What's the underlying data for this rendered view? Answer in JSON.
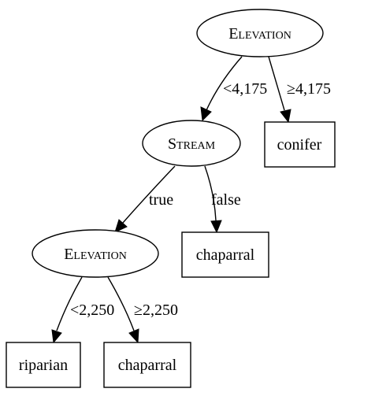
{
  "nodes": {
    "root": {
      "label": "Elevation"
    },
    "stream": {
      "label": "Stream"
    },
    "elevation_low": {
      "label": "Elevation"
    },
    "conifer": {
      "label": "conifer"
    },
    "chaparral_false": {
      "label": "chaparral"
    },
    "riparian": {
      "label": "riparian"
    },
    "chaparral_high": {
      "label": "chaparral"
    }
  },
  "edges": {
    "root_to_stream": {
      "label": "<4,175"
    },
    "root_to_conifer": {
      "label": "≥4,175"
    },
    "stream_to_elevation": {
      "label": "true"
    },
    "stream_to_chaparral": {
      "label": "false"
    },
    "elevation_to_riparian": {
      "label": "<2,250"
    },
    "elevation_to_chaparral": {
      "label": "≥2,250"
    }
  }
}
